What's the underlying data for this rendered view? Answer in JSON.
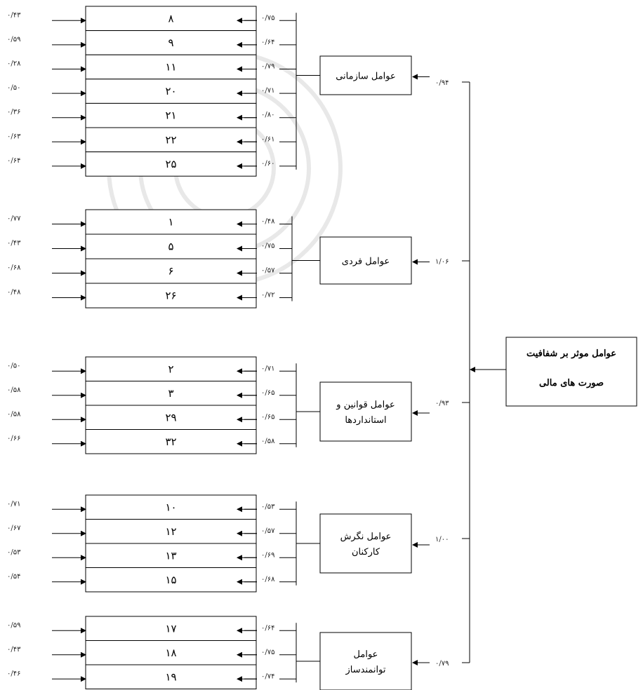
{
  "root": {
    "line1": "عوامل موثر بر شفافیت",
    "line2": "صورت های مالی"
  },
  "factors": [
    {
      "lines": [
        "عوامل سازمانی"
      ],
      "weight": "۰/۹۴",
      "items": [
        "۸",
        "۹",
        "۱۱",
        "۲۰",
        "۲۱",
        "۲۲",
        "۲۵"
      ],
      "errors": [
        "۰/۴۳",
        "۰/۵۹",
        "۰/۲۸",
        "۰/۵۰",
        "۰/۳۶",
        "۰/۶۳",
        "۰/۶۴"
      ],
      "loadings": [
        "۰/۷۵",
        "۰/۶۴",
        "۰/۷۹",
        "۰/۷۱",
        "۰/۸۰",
        "۰/۶۱",
        "۰/۶۰"
      ]
    },
    {
      "lines": [
        "عوامل فردی"
      ],
      "weight": "۱/۰۶",
      "items": [
        "۱",
        "۵",
        "۶",
        "۲۶"
      ],
      "errors": [
        "۰/۷۷",
        "۰/۴۳",
        "۰/۶۸",
        "۰/۴۸"
      ],
      "loadings": [
        "۰/۴۸",
        "۰/۷۵",
        "۰/۵۷",
        "۰/۷۲"
      ]
    },
    {
      "lines": [
        "عوامل قوانین و",
        "استانداردها"
      ],
      "weight": "۰/۹۳",
      "items": [
        "۲",
        "۳",
        "۲۹",
        "۳۲"
      ],
      "errors": [
        "۰/۵۰",
        "۰/۵۸",
        "۰/۵۸",
        "۰/۶۶"
      ],
      "loadings": [
        "۰/۷۱",
        "۰/۶۵",
        "۰/۶۵",
        "۰/۵۸"
      ]
    },
    {
      "lines": [
        "عوامل نگرش",
        "کارکنان"
      ],
      "weight": "۱/۰۰",
      "items": [
        "۱۰",
        "۱۲",
        "۱۳",
        "۱۵"
      ],
      "errors": [
        "۰/۷۱",
        "۰/۶۷",
        "۰/۵۳",
        "۰/۵۴"
      ],
      "loadings": [
        "۰/۵۳",
        "۰/۵۷",
        "۰/۶۹",
        "۰/۶۸"
      ]
    },
    {
      "lines": [
        "عوامل",
        "توانمندساز"
      ],
      "weight": "۰/۷۹",
      "items": [
        "۱۷",
        "۱۸",
        "۱۹"
      ],
      "errors": [
        "۰/۵۹",
        "۰/۴۳",
        "۰/۴۶"
      ],
      "loadings": [
        "۰/۶۴",
        "۰/۷۵",
        "۰/۷۴"
      ]
    }
  ]
}
